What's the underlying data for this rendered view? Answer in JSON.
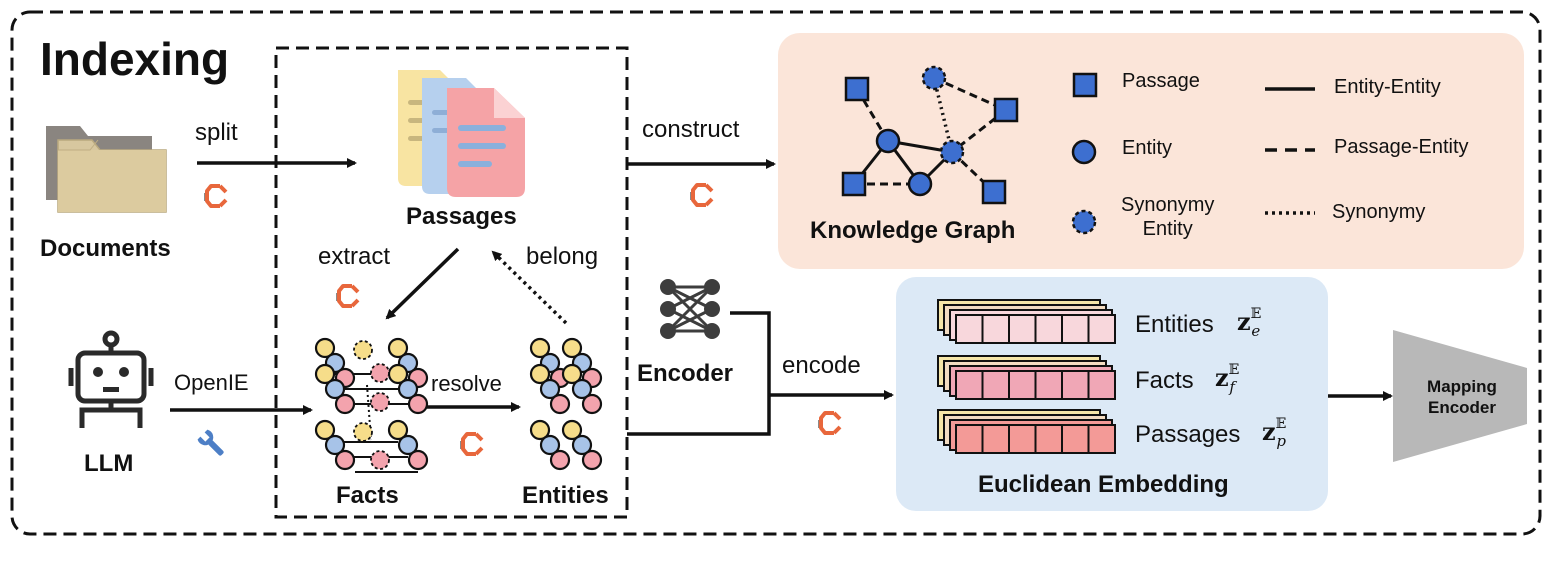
{
  "title": "Indexing",
  "documents": {
    "label": "Documents"
  },
  "llm": {
    "label": "LLM"
  },
  "passages": {
    "label": "Passages"
  },
  "facts": {
    "label": "Facts"
  },
  "entities": {
    "label": "Entities"
  },
  "encoder": {
    "label": "Encoder"
  },
  "edges": {
    "split": "split",
    "openie": "OpenIE",
    "extract": "extract",
    "belong": "belong",
    "resolve": "resolve",
    "construct": "construct",
    "encode": "encode"
  },
  "knowledge_graph": {
    "title": "Knowledge Graph",
    "legend": [
      {
        "marker": "square",
        "label": "Passage"
      },
      {
        "marker": "circle",
        "label": "Entity"
      },
      {
        "marker": "dashed-circle",
        "label": "Synonymy\nEntity"
      },
      {
        "line": "solid",
        "label": "Entity-Entity"
      },
      {
        "line": "dashed",
        "label": "Passage-Entity"
      },
      {
        "line": "dotted",
        "label": "Synonymy"
      }
    ]
  },
  "embedding": {
    "title": "Euclidean Embedding",
    "rows": [
      {
        "label": "Entities",
        "symbol": "z",
        "sub": "e",
        "sup": "𝔼",
        "color": "#f8d7dc"
      },
      {
        "label": "Facts",
        "symbol": "z",
        "sub": "f",
        "sup": "𝔼",
        "color": "#f0a7b6"
      },
      {
        "label": "Passages",
        "symbol": "z",
        "sub": "p",
        "sup": "𝔼",
        "color": "#f39a97"
      }
    ]
  },
  "mapping_encoder": {
    "label": "Mapping Encoder"
  },
  "colors": {
    "accent_orange": "#e8673c",
    "kg_panel": "#fbe5d9",
    "emb_panel": "#dce9f6",
    "node_blue": "#3d6fd0",
    "mapping_gray": "#b8b8b8"
  }
}
